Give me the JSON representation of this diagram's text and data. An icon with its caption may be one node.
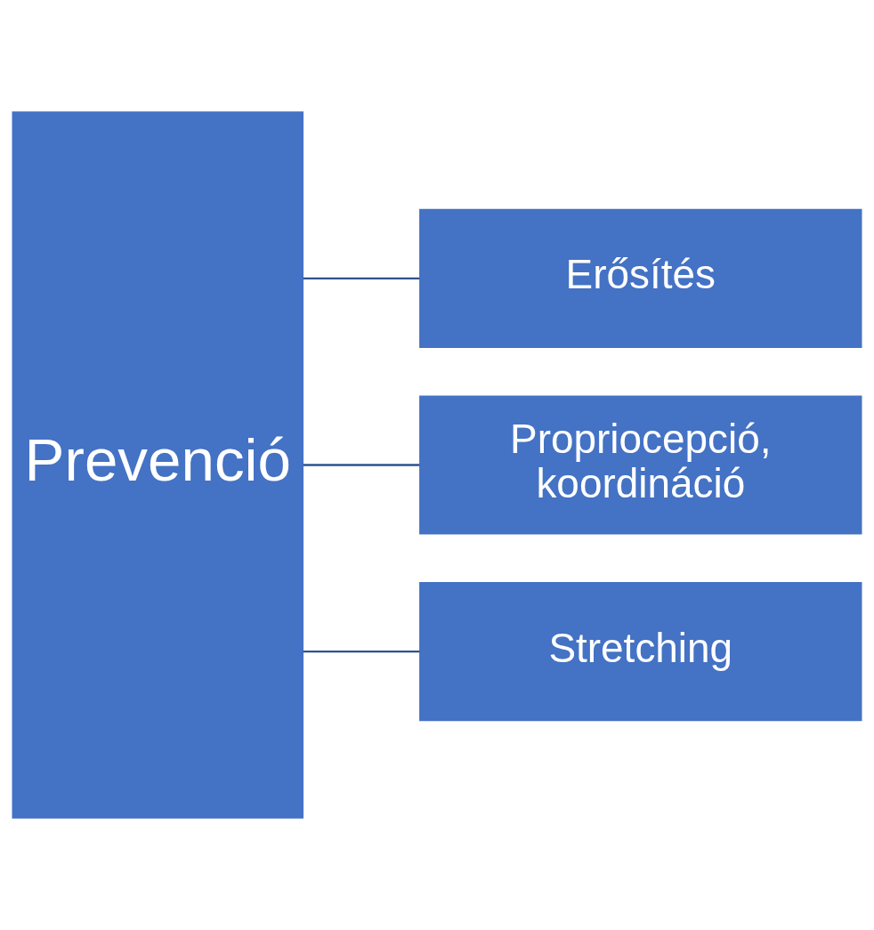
{
  "diagram": {
    "nodes": [
      {
        "text": [
          "Prevenció"
        ]
      },
      {
        "text": [
          "Erősítés"
        ]
      },
      {
        "text": [
          "Propriocepció, koordináció"
        ]
      },
      {
        "text": [
          "Stretching"
        ]
      }
    ],
    "edges": [
      {
        "from": 0,
        "to": 1,
        "arrow": "none"
      },
      {
        "from": 0,
        "to": 2,
        "arrow": "none"
      },
      {
        "from": 0,
        "to": 3,
        "arrow": "none"
      }
    ]
  }
}
